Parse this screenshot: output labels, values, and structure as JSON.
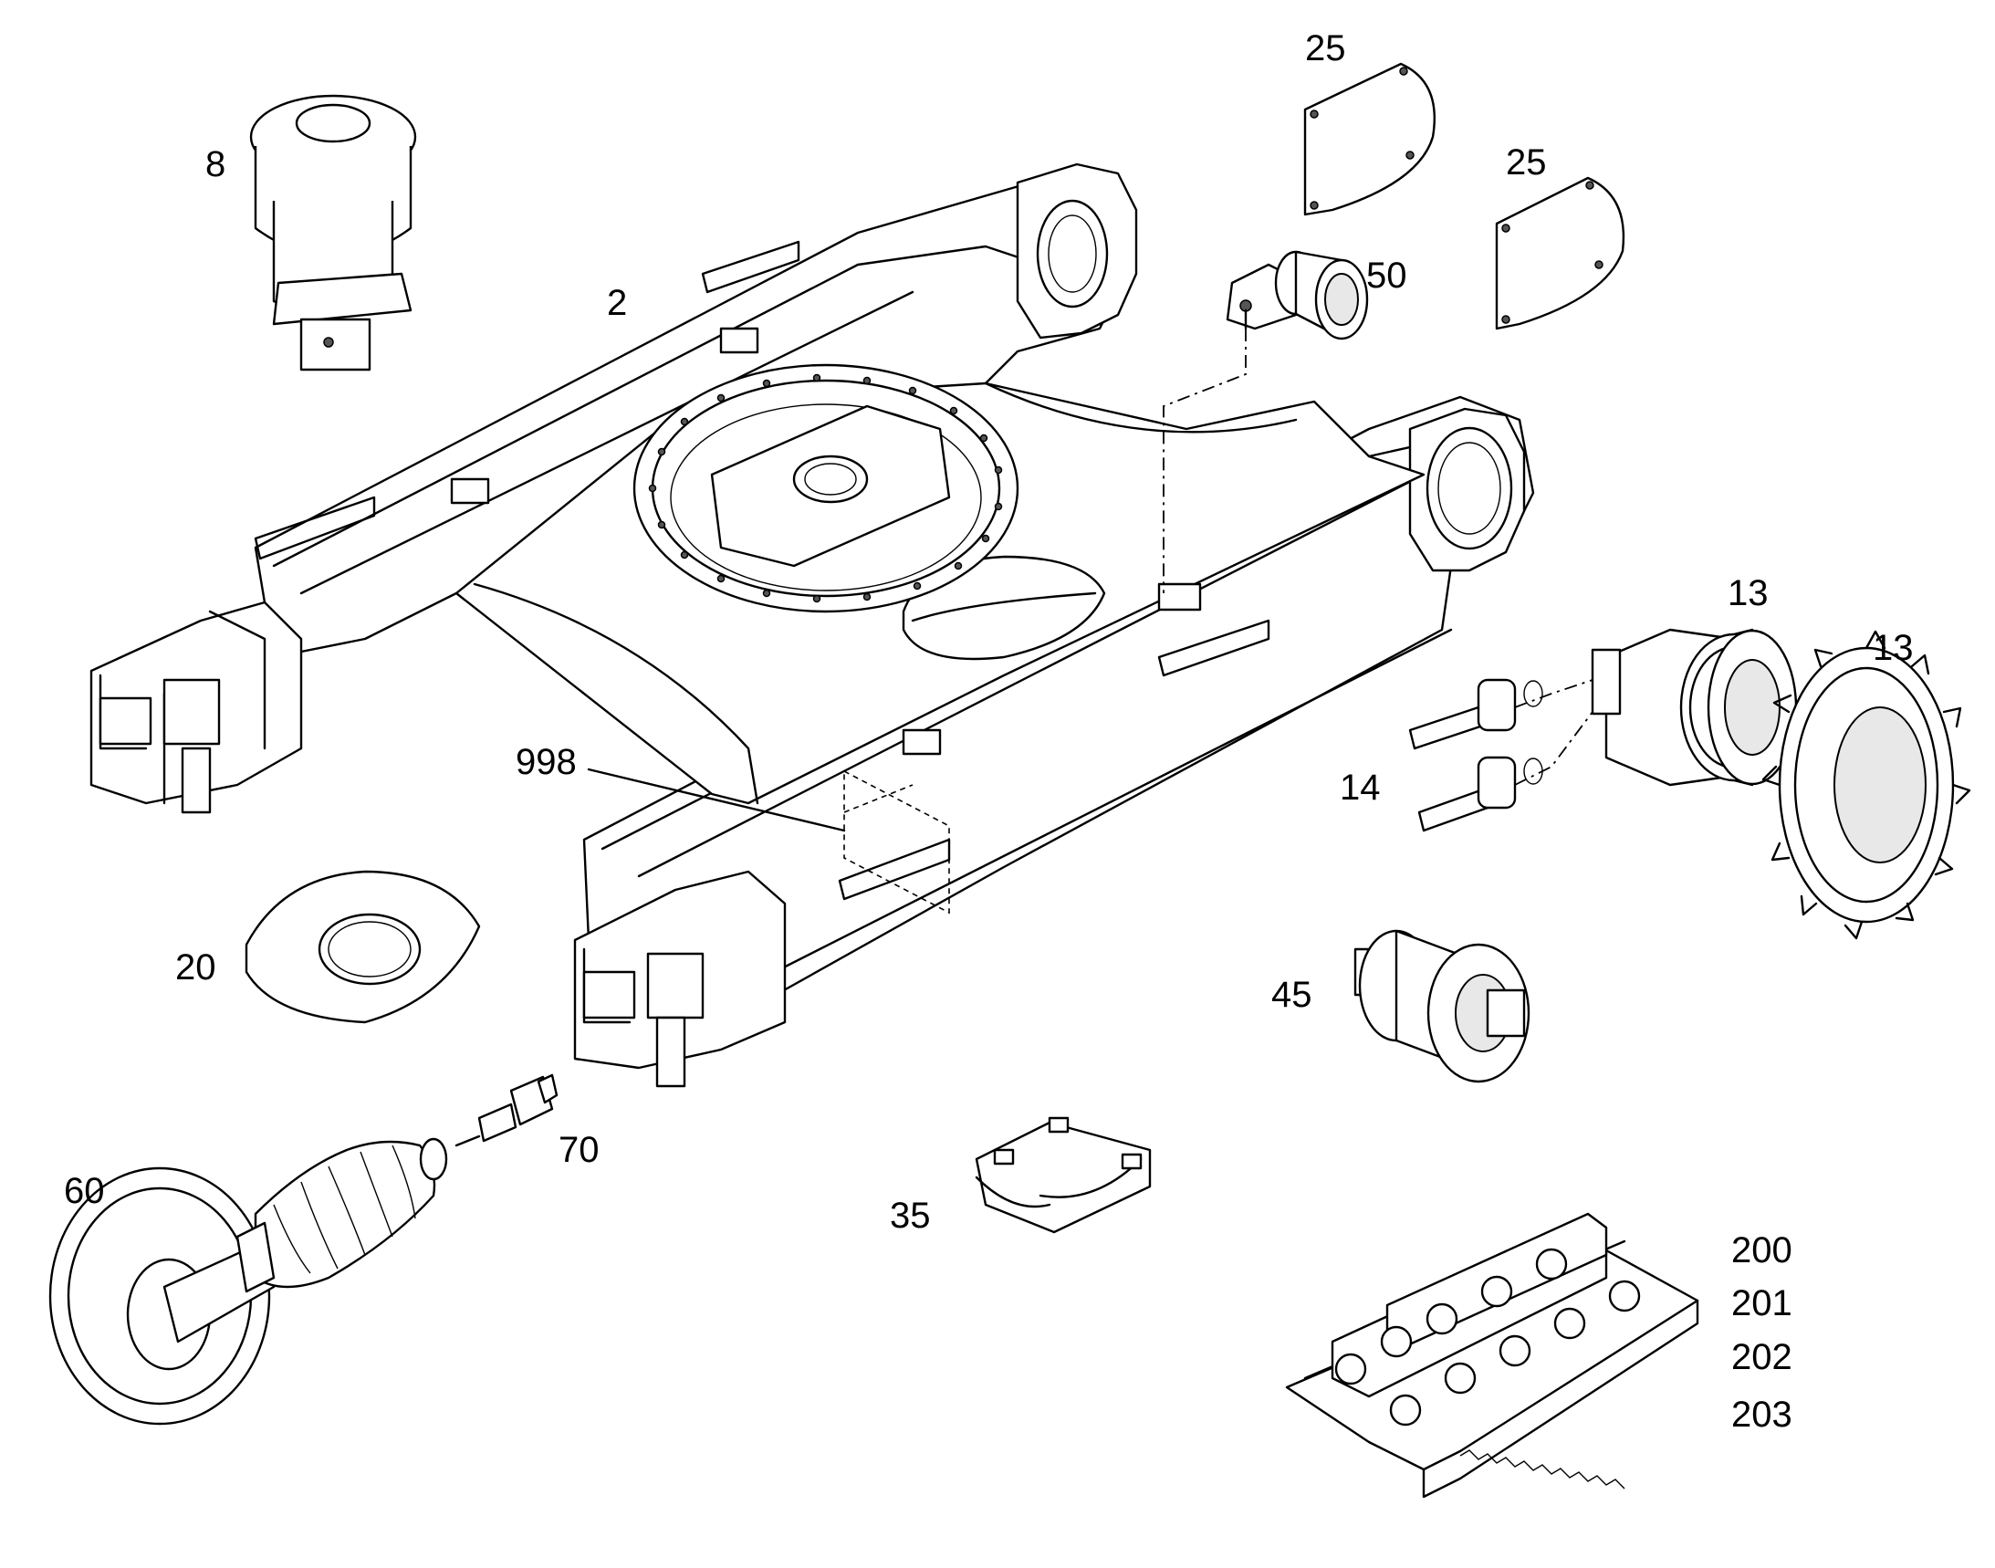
{
  "diagram": {
    "labels": {
      "p2": "2",
      "p8": "8",
      "p13a": "13",
      "p13b": "13",
      "p14": "14",
      "p20": "20",
      "p25a": "25",
      "p25b": "25",
      "p35": "35",
      "p45": "45",
      "p50": "50",
      "p60": "60",
      "p70": "70",
      "p200": "200",
      "p201": "201",
      "p202": "202",
      "p203": "203",
      "p998": "998"
    }
  }
}
